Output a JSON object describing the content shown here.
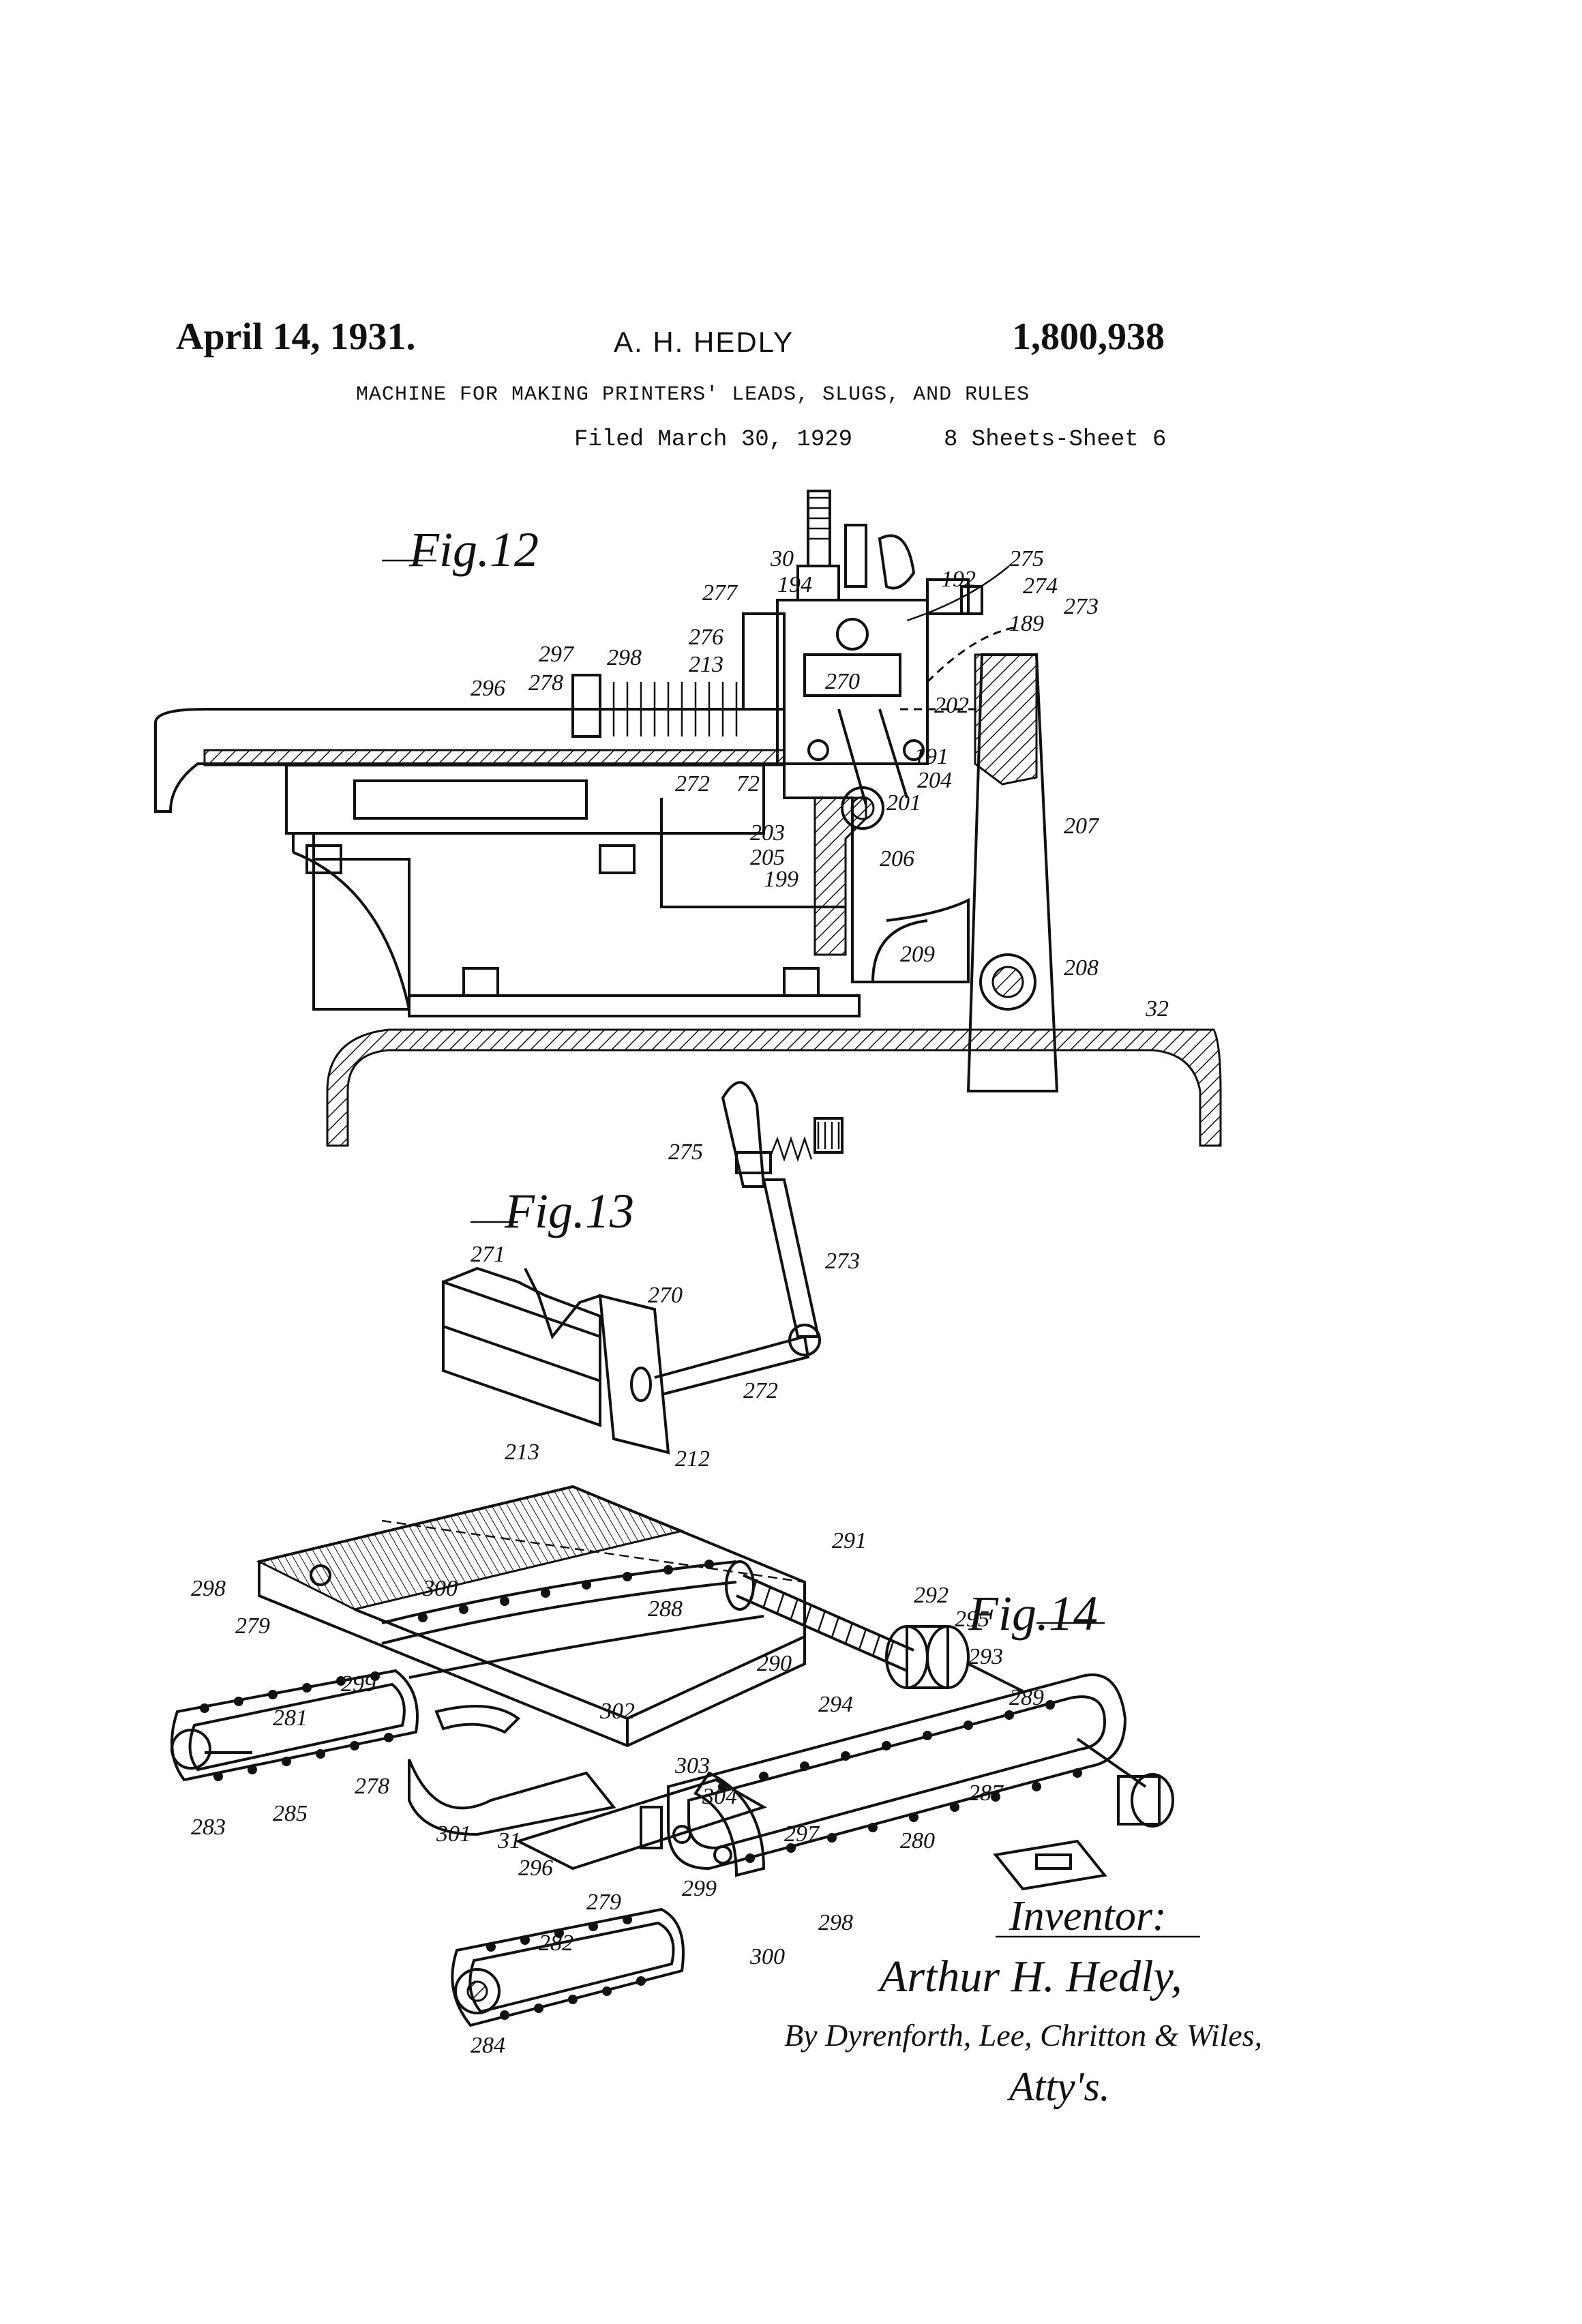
{
  "header": {
    "date": "April 14, 1931.",
    "inventor": "A. H. HEDLY",
    "patent_number": "1,800,938",
    "title": "MACHINE FOR MAKING PRINTERS' LEADS, SLUGS, AND RULES",
    "filed": "Filed March 30, 1929",
    "sheets": "8 Sheets-Sheet 6"
  },
  "figures": {
    "fig12": "Fig.12",
    "fig13": "Fig.13",
    "fig14": "Fig.14"
  },
  "refs_fig12": [
    "30",
    "194",
    "192",
    "275",
    "274",
    "273",
    "277",
    "189",
    "276",
    "297",
    "298",
    "296",
    "278",
    "213",
    "270",
    "202",
    "191",
    "204",
    "272",
    "72",
    "201",
    "203",
    "205",
    "206",
    "199",
    "207",
    "209",
    "208",
    "32"
  ],
  "refs_fig13": [
    "275",
    "273",
    "271",
    "270",
    "272",
    "213",
    "212"
  ],
  "refs_fig14": [
    "291",
    "298",
    "300",
    "292",
    "295",
    "288",
    "279",
    "293",
    "290",
    "299",
    "294",
    "289",
    "281",
    "302",
    "303",
    "287",
    "304",
    "278",
    "297",
    "280",
    "283",
    "285",
    "301",
    "31",
    "296",
    "299",
    "279",
    "298",
    "282",
    "300",
    "284"
  ],
  "signature": {
    "label": "Inventor:",
    "name": "Arthur H. Hedly,",
    "attorneys": "By Dyrenforth, Lee, Chritton & Wiles,",
    "atty": "Atty's."
  }
}
